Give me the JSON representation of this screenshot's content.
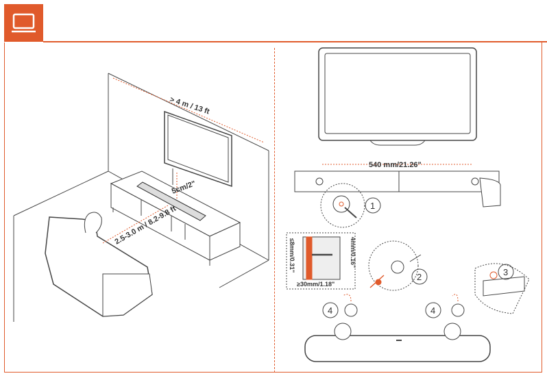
{
  "header": {
    "icon": "tv-icon",
    "accent_color": "#e05a2b"
  },
  "left_panel": {
    "distance_label": "> 4 m / 13 ft",
    "tv_gap_label": "5cm/2\"",
    "seating_label": "2.5-3.0 m / 8.2-9.8 ft"
  },
  "right_panel": {
    "template_width_label": "540 mm/21.26\"",
    "step_1": "1",
    "step_2": "2",
    "step_3": "3",
    "step_4a": "4",
    "step_4b": "4",
    "screw_head_label": "≤8mm/0.31\"",
    "screw_diameter_label": "4mm/0.16\"",
    "screw_length_label": "≥30mm/1.18\""
  }
}
